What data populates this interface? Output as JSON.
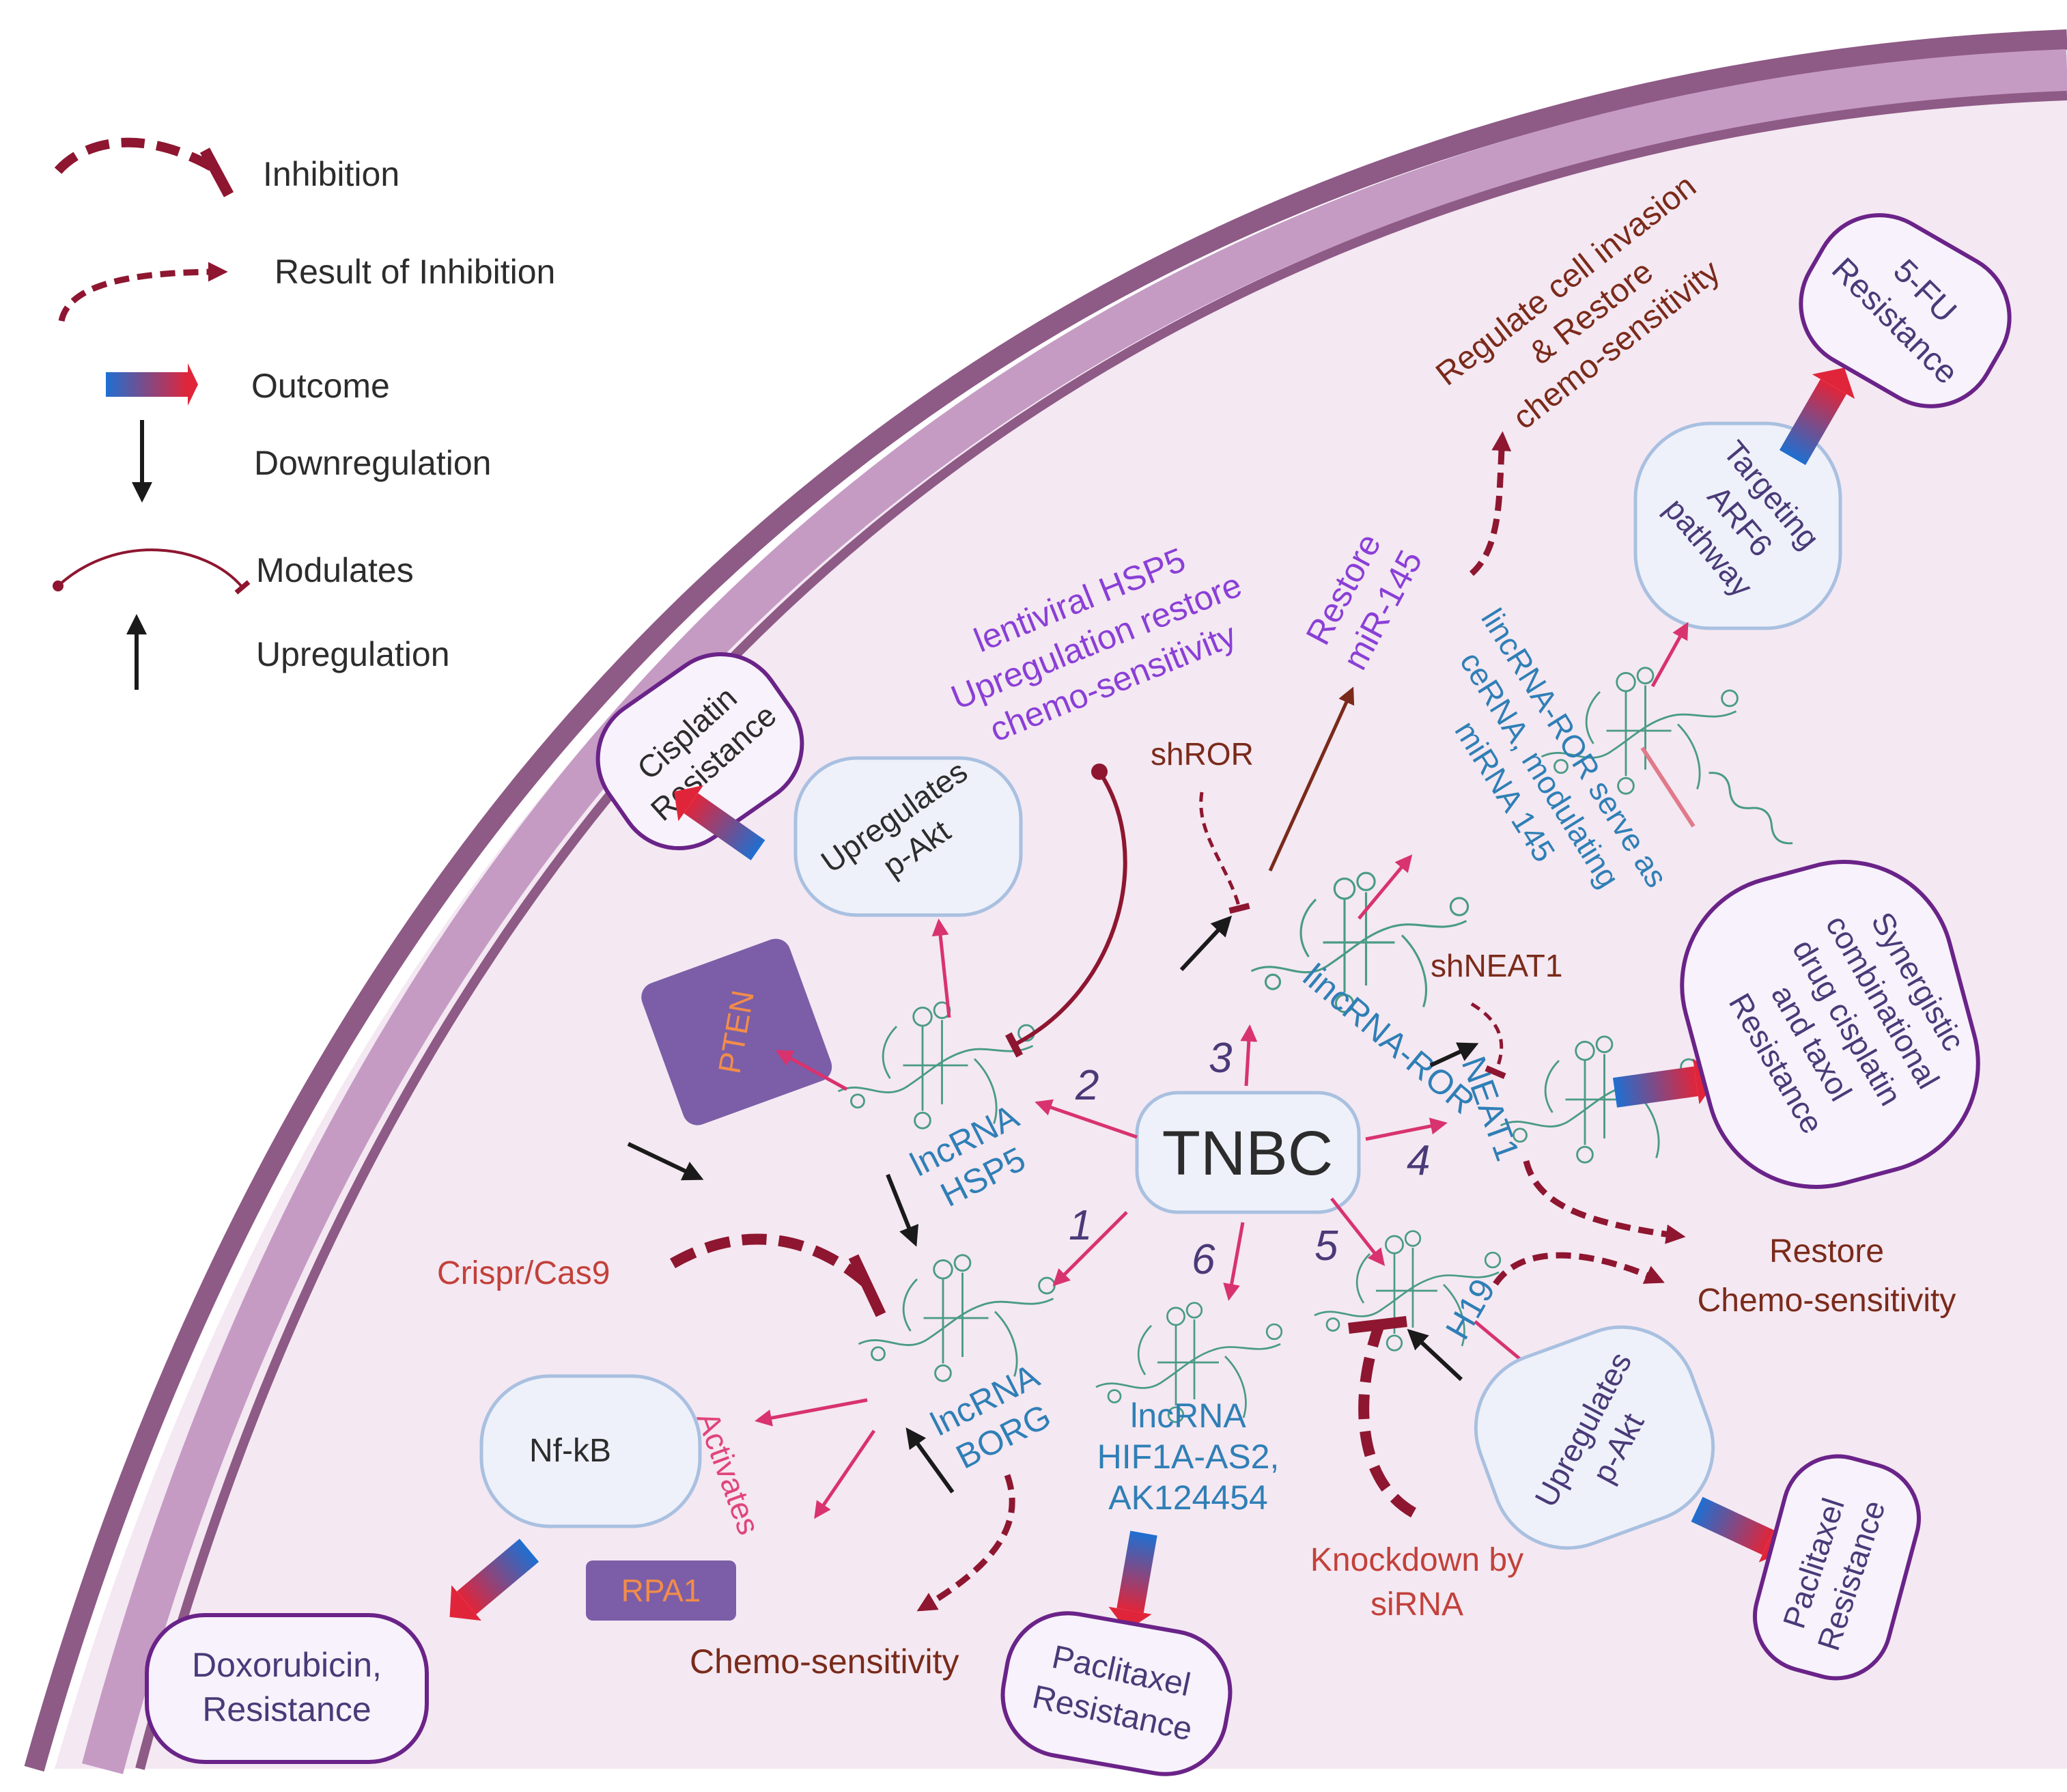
{
  "legend": {
    "inhibition": "Inhibition",
    "result_of_inhibition": "Result of Inhibition",
    "outcome": "Outcome",
    "downregulation": "Downregulation",
    "modulates": "Modulates",
    "upregulation": "Upregulation"
  },
  "center": "TNBC",
  "pathways": {
    "p1": "1",
    "p2": "2",
    "p3": "3",
    "p4": "4",
    "p5": "5",
    "p6": "6"
  },
  "lncrnas": {
    "hsp5": [
      "lncRNA",
      "HSP5"
    ],
    "borg": [
      "lncRNA",
      "BORG"
    ],
    "ror": "lincRNA-ROR",
    "neat1": "NEAT1",
    "h19": "H19",
    "hif": [
      "lncRNA",
      "HIF1A-AS2,",
      "AK124454"
    ]
  },
  "notes": {
    "lentiviral": [
      "lentiviral HSP5",
      "Upregulation  restore",
      "chemo-sensitivity"
    ],
    "restore_mir": [
      "Restore",
      "miR-145"
    ],
    "regulate": [
      "Regulate cell invasion",
      "& Restore",
      "chemo-sensitivity"
    ],
    "cerna": [
      "lincRNA-ROR serve as",
      "ceRNA, modulating",
      "miRNA 145"
    ],
    "shror": "shROR",
    "shneat1": "shNEAT1",
    "crispr": "Crispr/Cas9",
    "activates": "Activates",
    "chemo_sens": "Chemo-sensitivity",
    "restore_chemo": [
      "Restore",
      "Chemo-sensitivity"
    ],
    "knockdown": [
      "Knockdown by",
      "siRNA"
    ]
  },
  "boxes": {
    "upregulates_pakt_1": [
      "Upregulates",
      "p-Akt"
    ],
    "targeting_arf6": [
      "Targeting",
      "ARF6",
      "pathway"
    ],
    "nfkb": "Nf-kB",
    "upregulates_pakt_2": [
      "Upregulates",
      "p-Akt"
    ],
    "pten": "PTEN",
    "rpa1": "RPA1"
  },
  "resistances": {
    "cisplatin": [
      "Cisplatin",
      "Resistance"
    ],
    "fu": [
      "5-FU",
      "Resistance"
    ],
    "synergistic": [
      "Synergistic",
      "combinational",
      "drug cisplatin",
      "and taxol",
      "Resistance"
    ],
    "doxorubicin": [
      "Doxorubicin,",
      "Resistance"
    ],
    "paclitaxel_bottom": [
      "Paclitaxel",
      "Resistance"
    ],
    "paclitaxel_right": [
      "Paclitaxel",
      "Resistance"
    ]
  },
  "colors": {
    "membrane_outer": "#8e5a86",
    "membrane_band": "#c59bc4",
    "cytoplasm": "#f4e8f2",
    "inhibition": "#8e1630",
    "upregulation_arrow": "#d8336e",
    "box_fill": "#eef1fa",
    "resistance_border": "#6a2388",
    "gene_box": "#7b5ea7",
    "outcome_start": "#1f6fd1",
    "outcome_end": "#e0253a"
  }
}
